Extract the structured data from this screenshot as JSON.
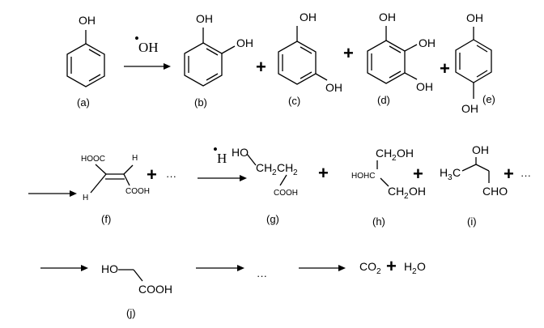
{
  "compounds": {
    "a": {
      "label": "(a)",
      "oh1": "OH"
    },
    "b": {
      "label": "(b)",
      "oh1": "OH",
      "oh2": "OH"
    },
    "c": {
      "label": "(c)",
      "oh1": "OH",
      "oh2": "OH"
    },
    "d": {
      "label": "(d)",
      "oh1": "OH",
      "oh2": "OH",
      "oh3": "OH"
    },
    "e": {
      "label": "(e)",
      "oh1": "OH",
      "oh2": "OH"
    },
    "f": {
      "label": "(f)",
      "hooc": "HOOC",
      "h1": "H",
      "h2": "H",
      "cooh": "COOH"
    },
    "g": {
      "label": "(g)",
      "ho": "HO",
      "ch2a": "CH",
      "ch2b": "CH",
      "sub2": "2",
      "cooh": "COOH"
    },
    "h": {
      "label": "(h)",
      "ch2oh1": "CH",
      "ch2oh1_tail": "OH",
      "hohc": "HOHC",
      "ch2oh2": "CH",
      "ch2oh2_tail": "OH",
      "sub2": "2"
    },
    "i": {
      "label": "(i)",
      "h3c": "H",
      "h3c_tail": "C",
      "sub3": "3",
      "oh": "OH",
      "cho": "CHO"
    },
    "j": {
      "label": "(j)",
      "ho": "HO",
      "cooh": "COOH"
    }
  },
  "reagents": {
    "oh_radical": "OH",
    "h_radical": "H",
    "radical_dot": "•"
  },
  "symbols": {
    "plus": "+",
    "ellipsis": "···"
  },
  "products": {
    "co2": "CO",
    "co2_sub": "2",
    "h2o_h": "H",
    "h2o_sub": "2",
    "h2o_o": "O"
  }
}
